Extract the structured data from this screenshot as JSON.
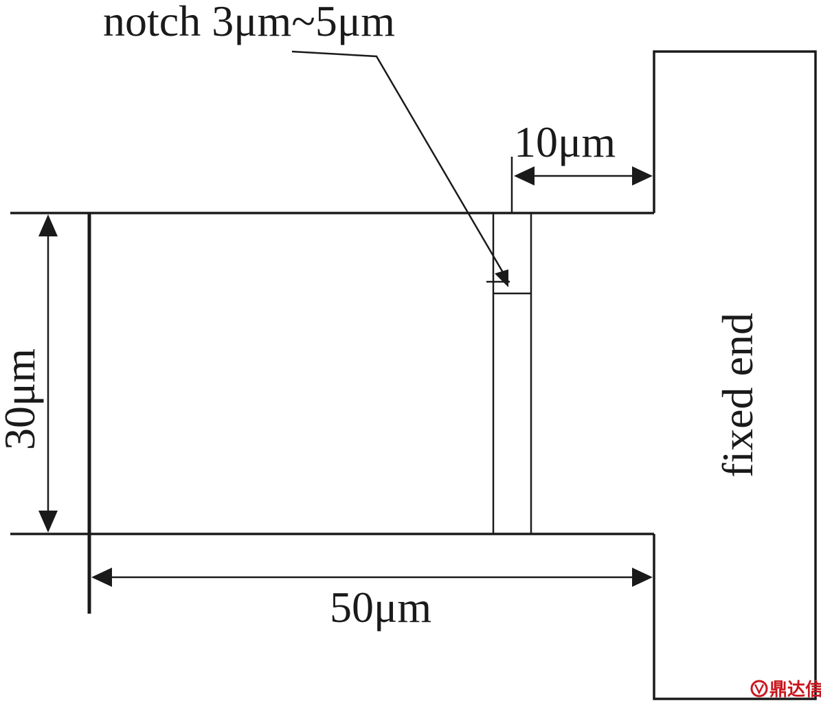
{
  "labels": {
    "notch": "notch 3μm~5μm",
    "width_top": "10μm",
    "height": "30μm",
    "length": "50μm",
    "fixed_end": "fixed end"
  },
  "watermark": {
    "text": "鼎达信",
    "color": "#c8161d"
  },
  "colors": {
    "ink": "#1a1a1a",
    "background": "#ffffff"
  }
}
